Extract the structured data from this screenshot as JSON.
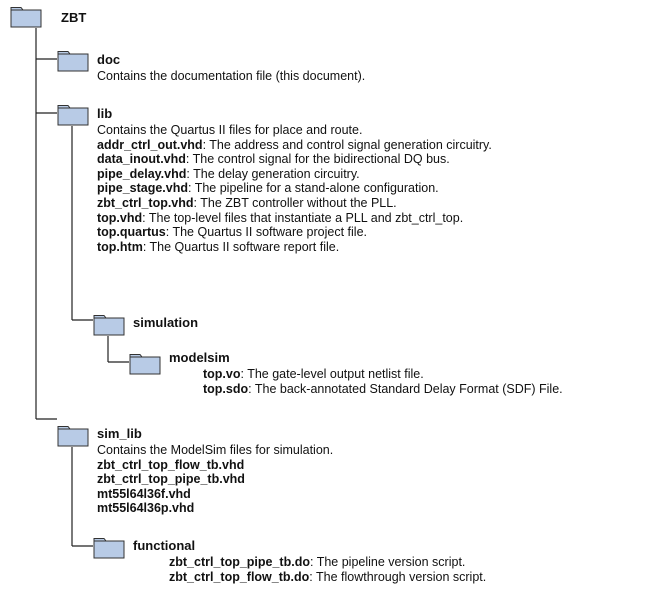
{
  "folder_color": "#b8cbe6",
  "line_color": "#222222",
  "folders": {
    "zbt": {
      "name": "ZBT"
    },
    "doc": {
      "name": "doc",
      "description": "Contains the documentation file (this document)."
    },
    "lib": {
      "name": "lib",
      "description": "Contains the Quartus II files for place and route.",
      "files": [
        {
          "file": "addr_ctrl_out.vhd",
          "desc": ": The address and control signal generation circuitry."
        },
        {
          "file": "data_inout.vhd",
          "desc": ": The control signal for the bidirectional DQ bus."
        },
        {
          "file": "pipe_delay.vhd",
          "desc": ": The delay generation circuitry."
        },
        {
          "file": "pipe_stage.vhd",
          "desc": ": The pipeline for a stand-alone configuration."
        },
        {
          "file": "zbt_ctrl_top.vhd",
          "desc": ": The ZBT controller without the PLL."
        },
        {
          "file": "top.vhd",
          "desc": ": The top-level files that instantiate a PLL and zbt_ctrl_top."
        },
        {
          "file": "top.quartus",
          "desc": ": The Quartus II software project file."
        },
        {
          "file": "top.htm",
          "desc": ": The Quartus II software report file."
        }
      ]
    },
    "simulation": {
      "name": "simulation"
    },
    "modelsim": {
      "name": "modelsim",
      "files": [
        {
          "file": "top.vo",
          "desc": ": The gate-level output netlist file."
        },
        {
          "file": "top.sdo",
          "desc": ": The back-annotated Standard Delay Format (SDF) File."
        }
      ]
    },
    "sim_lib": {
      "name": "sim_lib",
      "description": "Contains the ModelSim files for simulation.",
      "files": [
        {
          "file": "zbt_ctrl_top_flow_tb.vhd",
          "desc": ""
        },
        {
          "file": "zbt_ctrl_top_pipe_tb.vhd",
          "desc": ""
        },
        {
          "file": "mt55l64l36f.vhd",
          "desc": ""
        },
        {
          "file": "mt55l64l36p.vhd",
          "desc": ""
        }
      ]
    },
    "functional": {
      "name": "functional",
      "files": [
        {
          "file": "zbt_ctrl_top_pipe_tb.do",
          "desc": ": The pipeline version script."
        },
        {
          "file": "zbt_ctrl_top_flow_tb.do",
          "desc": ": The flowthrough version script."
        }
      ]
    }
  }
}
